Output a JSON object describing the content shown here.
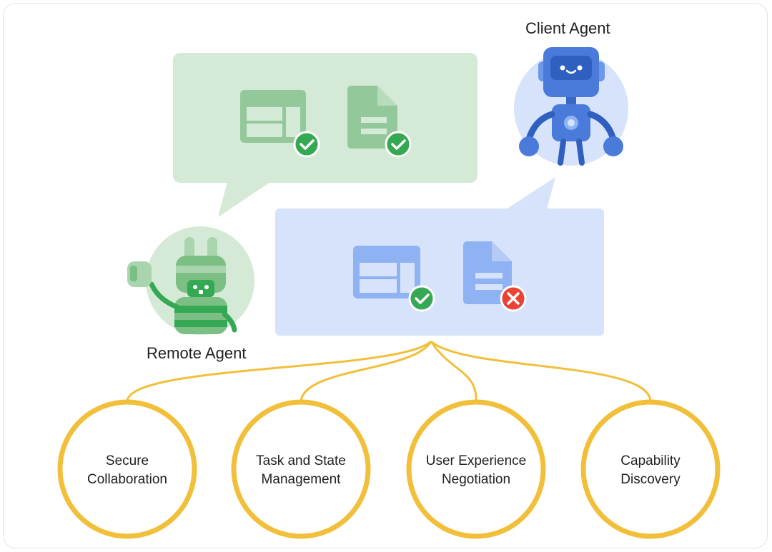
{
  "agents": {
    "client": {
      "label": "Client Agent",
      "icon": "robot-icon"
    },
    "remote": {
      "label": "Remote Agent",
      "icon": "rabbit-robot-icon"
    }
  },
  "bubbles": {
    "remote_bubble": {
      "items": [
        {
          "icon": "form-layout-icon",
          "status": "check-icon"
        },
        {
          "icon": "document-icon",
          "status": "check-icon"
        }
      ]
    },
    "client_bubble": {
      "items": [
        {
          "icon": "form-layout-icon",
          "status": "check-icon"
        },
        {
          "icon": "document-icon",
          "status": "x-icon"
        }
      ]
    }
  },
  "capabilities": [
    {
      "line1": "Secure",
      "line2": "Collaboration"
    },
    {
      "line1": "Task and State",
      "line2": "Management"
    },
    {
      "line1": "User Experience",
      "line2": "Negotiation"
    },
    {
      "line1": "Capability",
      "line2": "Discovery"
    }
  ],
  "colors": {
    "green_bubble": "#d4ead6",
    "green_icon": "#93c99a",
    "green_check": "#34a853",
    "blue_bubble": "#d6e3fb",
    "blue_icon": "#8fb2f3",
    "red_x": "#ea4335",
    "gold": "#f2bf3a",
    "robot_blue": "#4a7bdb"
  }
}
